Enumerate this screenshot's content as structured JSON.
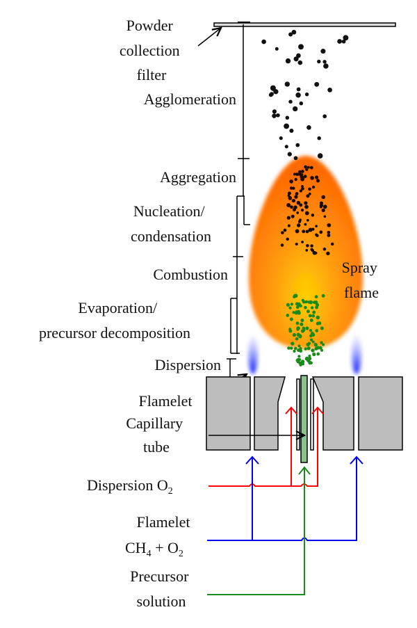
{
  "labels": {
    "powder_filter": [
      "Powder",
      "collection",
      "filter"
    ],
    "agglomeration": "Agglomeration",
    "aggregation": "Aggregation",
    "nucleation": [
      "Nucleation/",
      "condensation"
    ],
    "combustion": "Combustion",
    "evaporation": [
      "Evaporation/",
      "precursor decomposition"
    ],
    "dispersion": "Dispersion",
    "flamelet": "Flamelet",
    "capillary": [
      "Capillary",
      "tube"
    ],
    "spray_flame": [
      "Spray",
      "flame"
    ],
    "dispersion_o2": {
      "text": "Dispersion O",
      "sub": "2"
    },
    "flamelet_gas": {
      "title": "Flamelet",
      "ch": "CH",
      "ch_sub": "4",
      "plus": " + O",
      "o_sub": "2"
    },
    "precursor": [
      "Precursor",
      "solution"
    ]
  },
  "colors": {
    "dispersion": "#ff0000",
    "flamelet": "#0000ee",
    "precursor": "#1a8a1a",
    "burner": "#bdbdbd"
  }
}
